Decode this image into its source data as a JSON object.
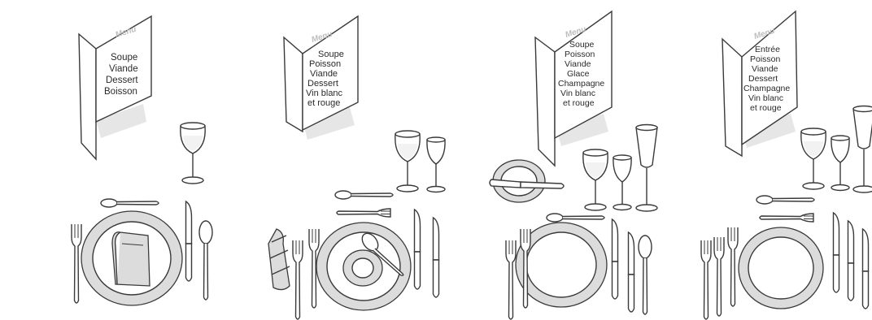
{
  "menus": [
    {
      "title": "Menu",
      "items": [
        "Soupe",
        "Viande",
        "Dessert",
        "Boisson"
      ]
    },
    {
      "title": "Menu",
      "items": [
        "Soupe",
        "Poisson",
        "Viande",
        "Dessert",
        "Vin blanc",
        "et rouge"
      ]
    },
    {
      "title": "Menu",
      "items": [
        "Soupe",
        "Poisson",
        "Viande",
        "Glace",
        "Champagne",
        "Vin blanc",
        "et rouge"
      ]
    },
    {
      "title": "Menu",
      "items": [
        "Entrée",
        "Poisson",
        "Viande",
        "Dessert",
        "Champagne",
        "Vin blanc",
        "et rouge"
      ]
    }
  ]
}
